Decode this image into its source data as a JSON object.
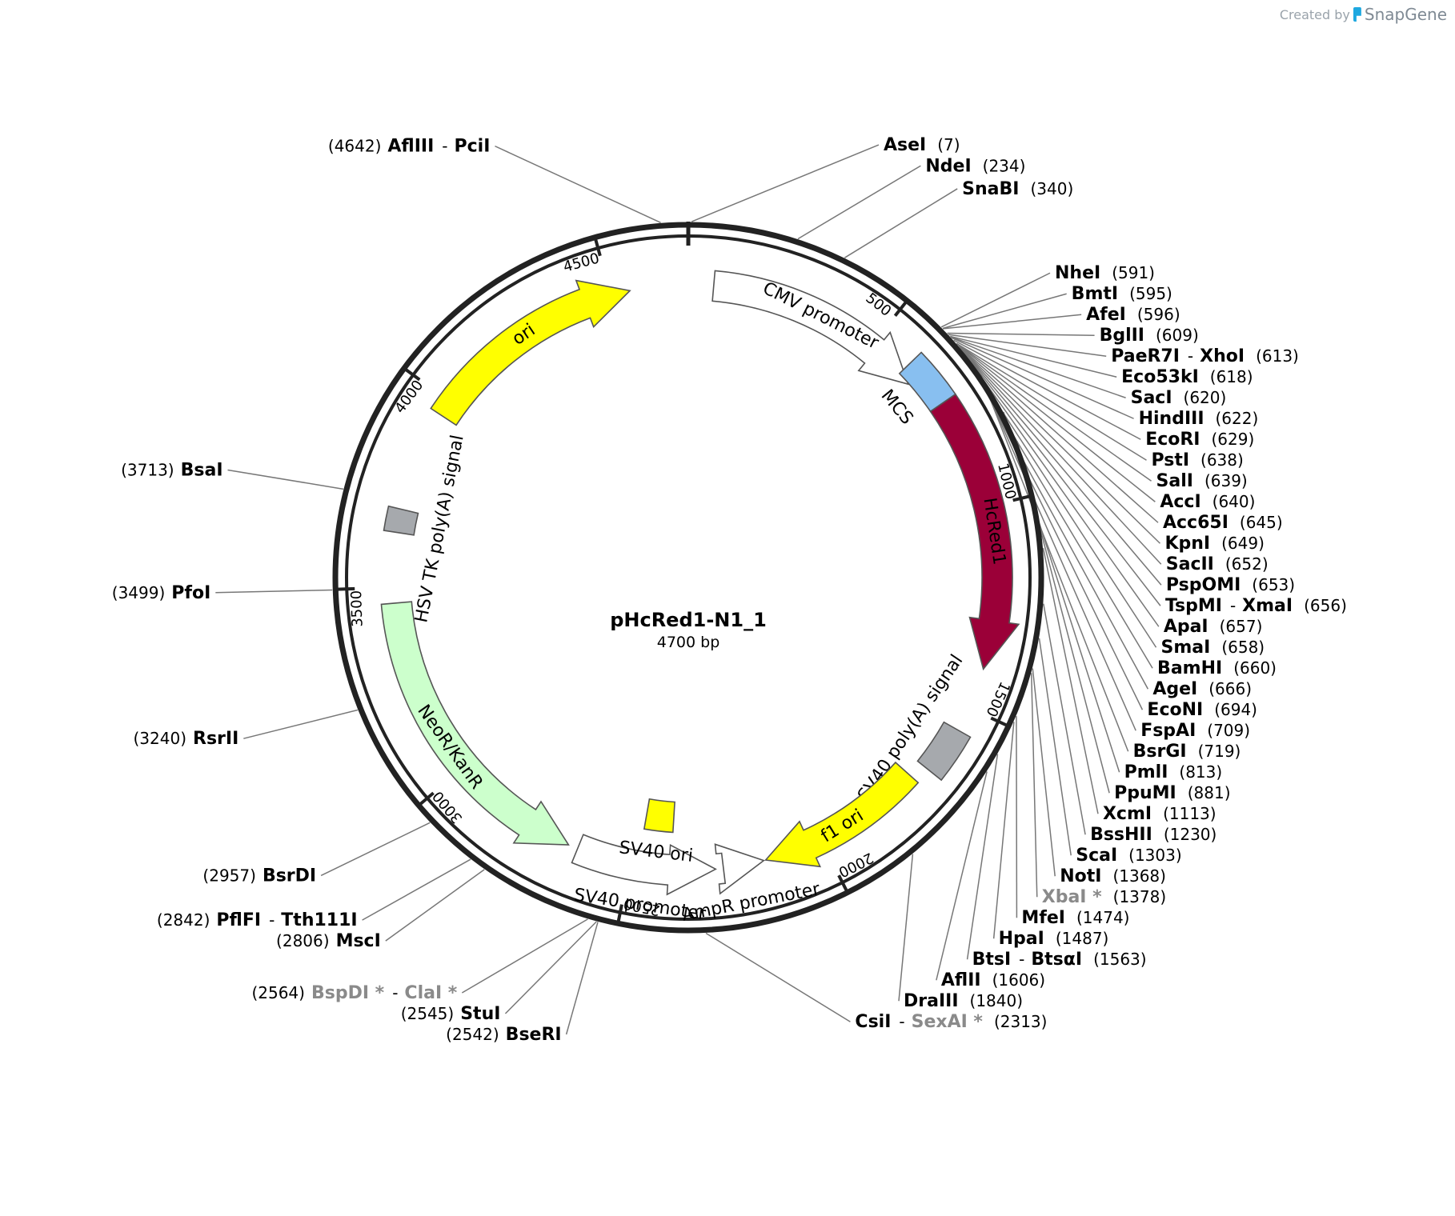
{
  "watermark": {
    "created_by": "Created by",
    "brand": "SnapGene"
  },
  "plasmid": {
    "name": "pHcRed1-N1_1",
    "length_label": "4700 bp",
    "length": 4700
  },
  "ticks": [
    {
      "pos": 500,
      "label": "500"
    },
    {
      "pos": 1000,
      "label": "1000"
    },
    {
      "pos": 1500,
      "label": "1500"
    },
    {
      "pos": 2000,
      "label": "2000"
    },
    {
      "pos": 2500,
      "label": "2500"
    },
    {
      "pos": 3000,
      "label": "3000"
    },
    {
      "pos": 3500,
      "label": "3500"
    },
    {
      "pos": 4000,
      "label": "4000"
    },
    {
      "pos": 4500,
      "label": "4500"
    }
  ],
  "features": [
    {
      "name": "CMV promoter",
      "type": "arrow",
      "start": 65,
      "end": 635,
      "dir": 1,
      "color": "#ffffff",
      "ring": 1
    },
    {
      "name": "MCS",
      "type": "box",
      "start": 600,
      "end": 725,
      "color": "#88bff0",
      "ring": 0
    },
    {
      "name": "HcRed1",
      "type": "arrow",
      "start": 725,
      "end": 1400,
      "dir": 1,
      "color": "#9b0038",
      "ring": 0,
      "textColor": "#ffffff"
    },
    {
      "name": "SV40 poly(A) signal",
      "type": "box",
      "start": 1560,
      "end": 1680,
      "color": "#a6a9ad",
      "ring": 0
    },
    {
      "name": "f1 ori",
      "type": "arrow",
      "start": 1720,
      "end": 2150,
      "dir": 1,
      "color": "#ffff00",
      "ring": 1
    },
    {
      "name": "AmpR promoter",
      "type": "arrow",
      "start": 2155,
      "end": 2260,
      "dir": -1,
      "color": "#ffffff",
      "ring": 1
    },
    {
      "name": "SV40 promoter",
      "type": "arrow",
      "start": 2280,
      "end": 2640,
      "dir": -1,
      "color": "#ffffff",
      "ring": 1
    },
    {
      "name": "SV40 ori",
      "type": "box",
      "start": 2395,
      "end": 2480,
      "color": "#ffff00",
      "ring": 2
    },
    {
      "name": "NeoR/KanR",
      "type": "arrow",
      "start": 2665,
      "end": 3460,
      "dir": -1,
      "color": "#ccffcc",
      "ring": 1
    },
    {
      "name": "HSV TK poly(A) signal",
      "type": "box",
      "start": 3640,
      "end": 3700,
      "color": "#a6a9ad",
      "ring": 1
    },
    {
      "name": "ori",
      "type": "arrow",
      "start": 3960,
      "end": 4550,
      "dir": 1,
      "color": "#ffff00",
      "ring": 1
    }
  ],
  "sites": [
    {
      "pos": 4642,
      "parts": [
        "AflIII",
        "PciI"
      ],
      "noncut": [
        false,
        false
      ],
      "position": "(4642)"
    },
    {
      "pos": 7,
      "parts": [
        "AseI"
      ],
      "noncut": [
        false
      ],
      "position": "(7)"
    },
    {
      "pos": 234,
      "parts": [
        "NdeI"
      ],
      "noncut": [
        false
      ],
      "position": "(234)"
    },
    {
      "pos": 340,
      "parts": [
        "SnaBI"
      ],
      "noncut": [
        false
      ],
      "position": "(340)"
    },
    {
      "pos": 591,
      "parts": [
        "NheI"
      ],
      "noncut": [
        false
      ],
      "position": "(591)"
    },
    {
      "pos": 595,
      "parts": [
        "BmtI"
      ],
      "noncut": [
        false
      ],
      "position": "(595)"
    },
    {
      "pos": 596,
      "parts": [
        "AfeI"
      ],
      "noncut": [
        false
      ],
      "position": "(596)"
    },
    {
      "pos": 609,
      "parts": [
        "BglII"
      ],
      "noncut": [
        false
      ],
      "position": "(609)"
    },
    {
      "pos": 613,
      "parts": [
        "PaeR7I",
        "XhoI"
      ],
      "noncut": [
        false,
        false
      ],
      "position": "(613)"
    },
    {
      "pos": 618,
      "parts": [
        "Eco53kI"
      ],
      "noncut": [
        false
      ],
      "position": "(618)"
    },
    {
      "pos": 620,
      "parts": [
        "SacI"
      ],
      "noncut": [
        false
      ],
      "position": "(620)"
    },
    {
      "pos": 622,
      "parts": [
        "HindIII"
      ],
      "noncut": [
        false
      ],
      "position": "(622)"
    },
    {
      "pos": 629,
      "parts": [
        "EcoRI"
      ],
      "noncut": [
        false
      ],
      "position": "(629)"
    },
    {
      "pos": 638,
      "parts": [
        "PstI"
      ],
      "noncut": [
        false
      ],
      "position": "(638)"
    },
    {
      "pos": 639,
      "parts": [
        "SalI"
      ],
      "noncut": [
        false
      ],
      "position": "(639)"
    },
    {
      "pos": 640,
      "parts": [
        "AccI"
      ],
      "noncut": [
        false
      ],
      "position": "(640)"
    },
    {
      "pos": 645,
      "parts": [
        "Acc65I"
      ],
      "noncut": [
        false
      ],
      "position": "(645)"
    },
    {
      "pos": 649,
      "parts": [
        "KpnI"
      ],
      "noncut": [
        false
      ],
      "position": "(649)"
    },
    {
      "pos": 652,
      "parts": [
        "SacII"
      ],
      "noncut": [
        false
      ],
      "position": "(652)"
    },
    {
      "pos": 653,
      "parts": [
        "PspOMI"
      ],
      "noncut": [
        false
      ],
      "position": "(653)"
    },
    {
      "pos": 656,
      "parts": [
        "TspMI",
        "XmaI"
      ],
      "noncut": [
        false,
        false
      ],
      "position": "(656)"
    },
    {
      "pos": 657,
      "parts": [
        "ApaI"
      ],
      "noncut": [
        false
      ],
      "position": "(657)"
    },
    {
      "pos": 658,
      "parts": [
        "SmaI"
      ],
      "noncut": [
        false
      ],
      "position": "(658)"
    },
    {
      "pos": 660,
      "parts": [
        "BamHI"
      ],
      "noncut": [
        false
      ],
      "position": "(660)"
    },
    {
      "pos": 666,
      "parts": [
        "AgeI"
      ],
      "noncut": [
        false
      ],
      "position": "(666)"
    },
    {
      "pos": 694,
      "parts": [
        "EcoNI"
      ],
      "noncut": [
        false
      ],
      "position": "(694)"
    },
    {
      "pos": 709,
      "parts": [
        "FspAI"
      ],
      "noncut": [
        false
      ],
      "position": "(709)"
    },
    {
      "pos": 719,
      "parts": [
        "BsrGI"
      ],
      "noncut": [
        false
      ],
      "position": "(719)"
    },
    {
      "pos": 813,
      "parts": [
        "PmlI"
      ],
      "noncut": [
        false
      ],
      "position": "(813)"
    },
    {
      "pos": 881,
      "parts": [
        "PpuMI"
      ],
      "noncut": [
        false
      ],
      "position": "(881)"
    },
    {
      "pos": 1113,
      "parts": [
        "XcmI"
      ],
      "noncut": [
        false
      ],
      "position": "(1113)"
    },
    {
      "pos": 1230,
      "parts": [
        "BssHII"
      ],
      "noncut": [
        false
      ],
      "position": "(1230)"
    },
    {
      "pos": 1303,
      "parts": [
        "ScaI"
      ],
      "noncut": [
        false
      ],
      "position": "(1303)"
    },
    {
      "pos": 1368,
      "parts": [
        "NotI"
      ],
      "noncut": [
        false
      ],
      "position": "(1368)"
    },
    {
      "pos": 1378,
      "parts": [
        "XbaI *"
      ],
      "noncut": [
        true
      ],
      "position": "(1378)"
    },
    {
      "pos": 1474,
      "parts": [
        "MfeI"
      ],
      "noncut": [
        false
      ],
      "position": "(1474)"
    },
    {
      "pos": 1487,
      "parts": [
        "HpaI"
      ],
      "noncut": [
        false
      ],
      "position": "(1487)"
    },
    {
      "pos": 1563,
      "parts": [
        "BtsI",
        "BtsαI"
      ],
      "noncut": [
        false,
        false
      ],
      "position": "(1563)"
    },
    {
      "pos": 1606,
      "parts": [
        "AflII"
      ],
      "noncut": [
        false
      ],
      "position": "(1606)"
    },
    {
      "pos": 1840,
      "parts": [
        "DraIII"
      ],
      "noncut": [
        false
      ],
      "position": "(1840)"
    },
    {
      "pos": 2313,
      "parts": [
        "CsiI",
        "SexAI *"
      ],
      "noncut": [
        false,
        true
      ],
      "position": "(2313)"
    },
    {
      "pos": 2542,
      "parts": [
        "BseRI"
      ],
      "noncut": [
        false
      ],
      "position": "(2542)"
    },
    {
      "pos": 2545,
      "parts": [
        "StuI"
      ],
      "noncut": [
        false
      ],
      "position": "(2545)"
    },
    {
      "pos": 2564,
      "parts": [
        "BspDI *",
        "ClaI *"
      ],
      "noncut": [
        true,
        true
      ],
      "position": "(2564)"
    },
    {
      "pos": 2806,
      "parts": [
        "MscI"
      ],
      "noncut": [
        false
      ],
      "position": "(2806)"
    },
    {
      "pos": 2842,
      "parts": [
        "PflFI",
        "Tth111I"
      ],
      "noncut": [
        false,
        false
      ],
      "position": "(2842)"
    },
    {
      "pos": 2957,
      "parts": [
        "BsrDI"
      ],
      "noncut": [
        false
      ],
      "position": "(2957)"
    },
    {
      "pos": 3240,
      "parts": [
        "RsrII"
      ],
      "noncut": [
        false
      ],
      "position": "(3240)"
    },
    {
      "pos": 3499,
      "parts": [
        "PfoI"
      ],
      "noncut": [
        false
      ],
      "position": "(3499)"
    },
    {
      "pos": 3713,
      "parts": [
        "BsaI"
      ],
      "noncut": [
        false
      ],
      "position": "(3713)"
    }
  ]
}
